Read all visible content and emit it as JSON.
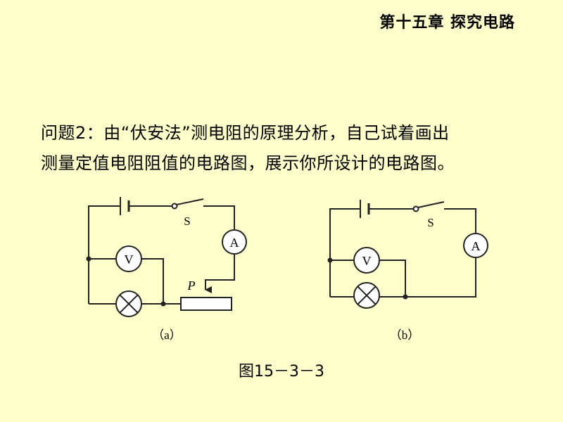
{
  "header": {
    "chapter_title": "第十五章  探究电路"
  },
  "question": {
    "line1": "问题2：由“伏安法”测电阻的原理分析，自己试着画出",
    "line2": "测量定值电阻阻值的电路图，展示你所设计的电路图。"
  },
  "circuit_a": {
    "label": "（a）",
    "switch_label": "S",
    "ammeter_label": "A",
    "voltmeter_label": "V",
    "rheostat_label": "P"
  },
  "circuit_b": {
    "label": "（b）",
    "switch_label": "S",
    "ammeter_label": "A",
    "voltmeter_label": "V"
  },
  "figure": {
    "caption": "图15－3－3"
  }
}
